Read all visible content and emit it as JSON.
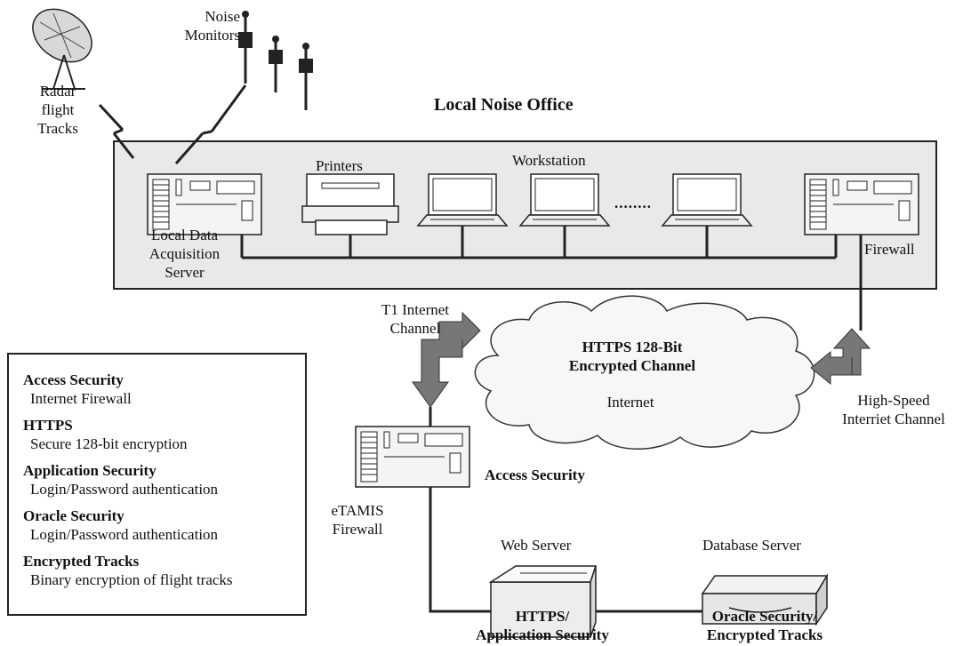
{
  "office": {
    "title": "Local Noise Office"
  },
  "labels": {
    "radar": "Radar\nflight\nTracks",
    "noise_monitors": "Noise\nMonitors",
    "printers": "Printers",
    "workstation": "Workstation",
    "local_server": "Local Data\nAcquisition\nServer",
    "firewall": "Firewall",
    "t1_channel": "T1 Internet\nChannel",
    "cloud_title": "HTTPS 128-Bit\nEncrypted Channel",
    "internet": "Internet",
    "high_speed": "High-Speed\nInterriet Channel",
    "access_security": "Access Security",
    "etamis_firewall": "eTAMIS\nFirewall",
    "web_server": "Web Server",
    "database_server": "Database Server",
    "web_caption": "HTTPS/\nApplication Security",
    "db_caption": "Oracle Security/\nEncrypted Tracks",
    "ellipsis": "........"
  },
  "legend": [
    {
      "heading": "Access Security",
      "detail": "Internet Firewall"
    },
    {
      "heading": "HTTPS",
      "detail": "Secure 128-bit encryption"
    },
    {
      "heading": "Application Security",
      "detail": "Login/Password authentication"
    },
    {
      "heading": "Oracle Security",
      "detail": "Login/Password authentication"
    },
    {
      "heading": "Encrypted Tracks",
      "detail": "Binary encryption of flight tracks"
    }
  ]
}
